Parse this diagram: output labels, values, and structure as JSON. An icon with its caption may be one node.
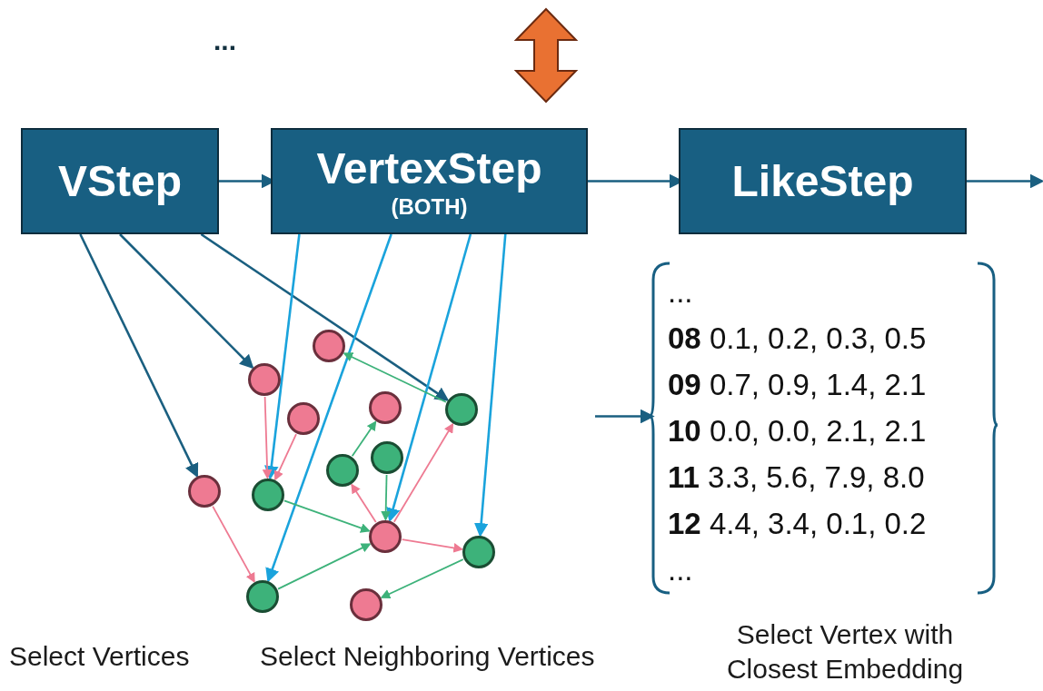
{
  "diagram": {
    "nodes": [
      {
        "text": [
          "VStep"
        ]
      },
      {
        "text": [
          "VertexStep",
          "(BOTH)"
        ]
      },
      {
        "text": [
          "LikeStep"
        ]
      },
      {
        "text": [],
        "shape": "circle"
      },
      {
        "text": [],
        "shape": "circle"
      },
      {
        "text": [],
        "shape": "circle"
      },
      {
        "text": [],
        "shape": "circle"
      },
      {
        "text": [],
        "shape": "circle"
      },
      {
        "text": [],
        "shape": "circle"
      },
      {
        "text": [],
        "shape": "circle"
      },
      {
        "text": [],
        "shape": "circle"
      },
      {
        "text": [],
        "shape": "circle"
      },
      {
        "text": [],
        "shape": "circle"
      },
      {
        "text": [],
        "shape": "circle"
      },
      {
        "text": [],
        "shape": "circle"
      },
      {
        "text": [],
        "shape": "circle"
      },
      {
        "text": [
          "...",
          "**08** 0.1, 0.2, 0.3, 0.5",
          "**09** 0.7, 0.9, 1.4, 2.1",
          "**10** 0.0, 0.0, 2.1, 2.1",
          "**11** 3.3, 5.6, 7.9, 8.0",
          "**12** 4.4, 3.4, 0.1, 0.2",
          "..."
        ]
      }
    ],
    "edges": [
      {
        "from": 0,
        "to": 1,
        "arrow": "to"
      },
      {
        "from": 1,
        "to": 2,
        "arrow": "to"
      },
      {
        "from": 2,
        "to": null,
        "arrow": "to"
      },
      {
        "from": 0,
        "to": 10,
        "arrow": "to"
      },
      {
        "from": 0,
        "to": 4,
        "arrow": "to"
      },
      {
        "from": 0,
        "to": 7,
        "arrow": "to"
      },
      {
        "from": 1,
        "to": 11,
        "arrow": "to",
        "color": "#1aa3dc"
      },
      {
        "from": 1,
        "to": 14,
        "arrow": "to",
        "color": "#1aa3dc"
      },
      {
        "from": 1,
        "to": 12,
        "arrow": "to",
        "color": "#1aa3dc"
      },
      {
        "from": 1,
        "to": 13,
        "arrow": "to",
        "color": "#1aa3dc"
      },
      {
        "from": 4,
        "to": 11,
        "arrow": "to",
        "color": "#ee7a92"
      },
      {
        "from": 5,
        "to": 11,
        "arrow": "to",
        "color": "#ee7a92"
      },
      {
        "from": 10,
        "to": 14,
        "arrow": "to",
        "color": "#ee7a92"
      },
      {
        "from": 12,
        "to": 8,
        "arrow": "to",
        "color": "#ee7a92"
      },
      {
        "from": 12,
        "to": 7,
        "arrow": "to",
        "color": "#ee7a92"
      },
      {
        "from": 12,
        "to": 13,
        "arrow": "to",
        "color": "#ee7a92"
      },
      {
        "from": 7,
        "to": 3,
        "arrow": "to",
        "color": "#3db27a"
      },
      {
        "from": 8,
        "to": 6,
        "arrow": "to",
        "color": "#3db27a"
      },
      {
        "from": 9,
        "to": 12,
        "arrow": "to",
        "color": "#3db27a"
      },
      {
        "from": 11,
        "to": 12,
        "arrow": "to",
        "color": "#3db27a"
      },
      {
        "from": 14,
        "to": 12,
        "arrow": "to",
        "color": "#3db27a"
      },
      {
        "from": 13,
        "to": 15,
        "arrow": "to",
        "color": "#3db27a"
      },
      {
        "from": null,
        "to": 16,
        "arrow": "to"
      }
    ],
    "labels": [
      "...",
      "Select Vertices",
      "Select Neighboring Vertices",
      "Select Vertex with Closest Embedding"
    ]
  }
}
